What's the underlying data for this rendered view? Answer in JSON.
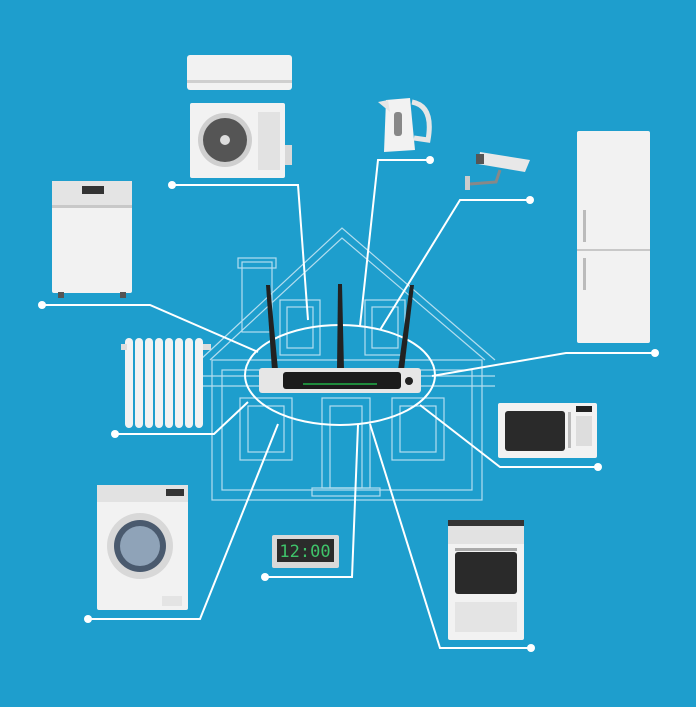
{
  "colors": {
    "background": "#1e9ecd",
    "line": "#ffffff",
    "appliance": "#f2f2f2",
    "router_led": "#1f8a3c",
    "clock_digits": "#3fc36a"
  },
  "clock": {
    "time": "12:00"
  },
  "devices": [
    "air-conditioner",
    "kettle",
    "security-camera",
    "refrigerator",
    "dishwasher",
    "radiator",
    "microwave",
    "washing-machine",
    "digital-clock",
    "oven",
    "wifi-router"
  ]
}
